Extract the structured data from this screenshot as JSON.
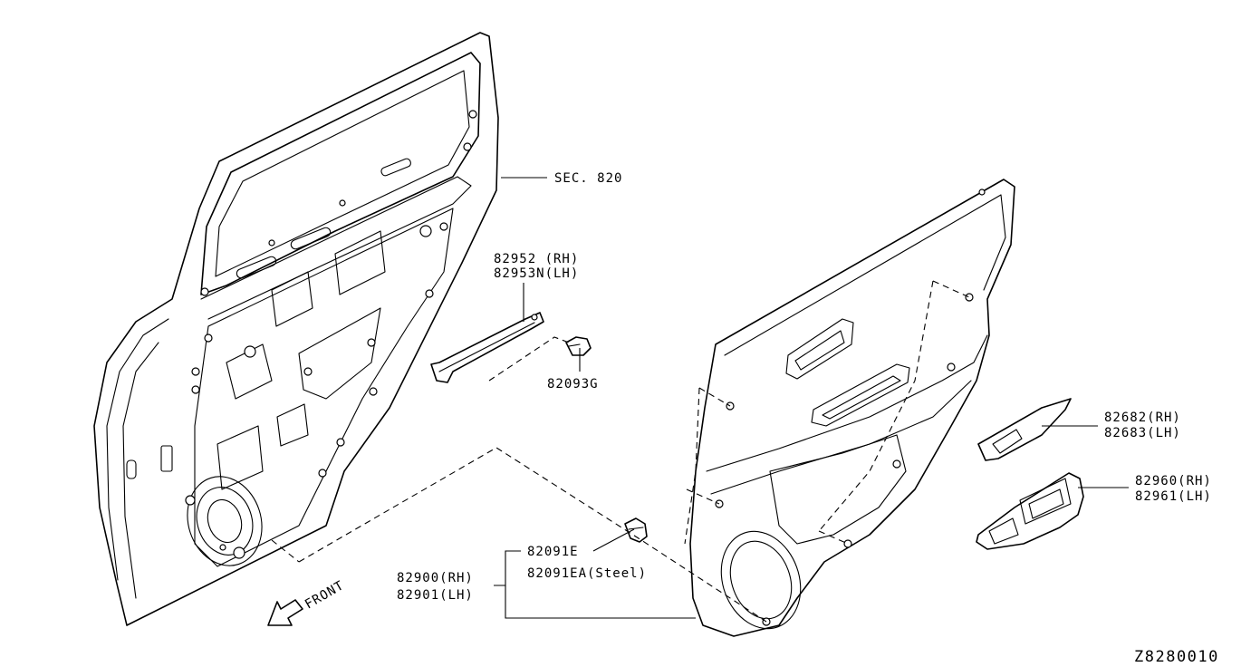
{
  "labels": {
    "sec_820": "SEC. 820",
    "p82952": "82952 (RH)",
    "p82953n": "82953N(LH)",
    "p82093g": "82093G",
    "p82682": "82682(RH)",
    "p82683": "82683(LH)",
    "p82960": "82960(RH)",
    "p82961": "82961(LH)",
    "p82091e": "82091E",
    "p82091ea": "82091EA(Steel)",
    "p82900": "82900(RH)",
    "p82901": "82901(LH)",
    "front": "FRONT",
    "diagram_code": "Z8280010"
  }
}
